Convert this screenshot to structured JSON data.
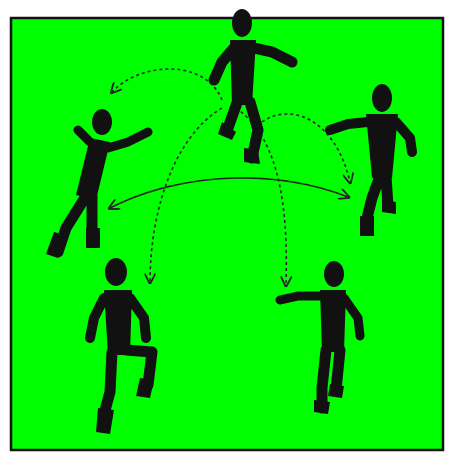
{
  "field": {
    "color": "#00ff00",
    "border_color": "#111111"
  },
  "figure_color": "#111111",
  "arrow_color": "#222222",
  "players": [
    {
      "id": "top",
      "pose": "running"
    },
    {
      "id": "upper-left",
      "pose": "reaching"
    },
    {
      "id": "upper-right",
      "pose": "running"
    },
    {
      "id": "lower-left",
      "pose": "knee-lift"
    },
    {
      "id": "lower-right",
      "pose": "walking"
    }
  ],
  "passes": [
    {
      "from": "top",
      "to": "upper-left",
      "style": "dotted"
    },
    {
      "from": "top",
      "to": "upper-right",
      "style": "dotted"
    },
    {
      "from": "top",
      "to": "lower-left",
      "style": "dotted"
    },
    {
      "from": "top",
      "to": "lower-right",
      "style": "dotted"
    },
    {
      "from": "upper-left",
      "to": "upper-right",
      "style": "solid",
      "bidirectional": true
    }
  ]
}
